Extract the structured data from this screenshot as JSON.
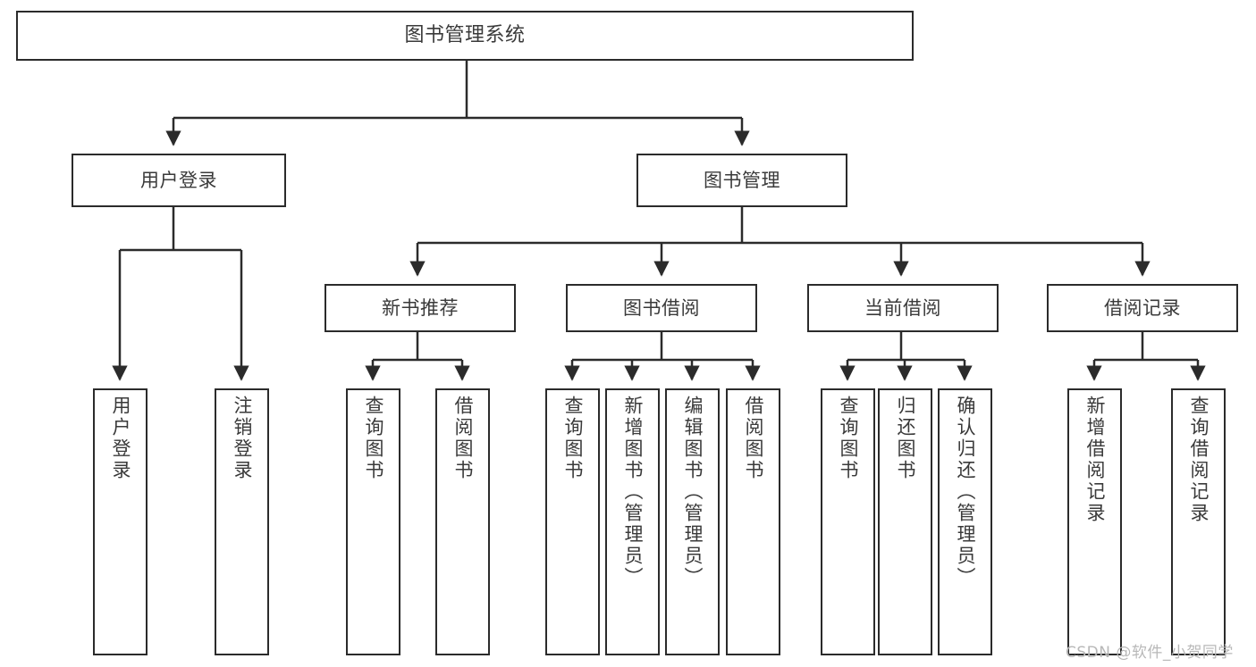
{
  "diagram": {
    "type": "hierarchy-tree",
    "title": "图书管理系统",
    "background": "#ffffff",
    "line_color": "#2b2b2b",
    "text_color": "#3a3a3a",
    "root": {
      "label": "图书管理系统"
    },
    "level2": [
      {
        "label": "用户登录"
      },
      {
        "label": "图书管理"
      }
    ],
    "level3": [
      {
        "label": "新书推荐"
      },
      {
        "label": "图书借阅"
      },
      {
        "label": "当前借阅"
      },
      {
        "label": "借阅记录"
      }
    ],
    "leaves": {
      "user_login": [
        {
          "label": "用户登录"
        },
        {
          "label": "注销登录"
        }
      ],
      "new_book_recommend": [
        {
          "label": "查询图书"
        },
        {
          "label": "借阅图书"
        }
      ],
      "book_borrow": [
        {
          "label": "查询图书"
        },
        {
          "label": "新增图书（管理员）"
        },
        {
          "label": "编辑图书（管理员）"
        },
        {
          "label": "借阅图书"
        }
      ],
      "current_borrow": [
        {
          "label": "查询图书"
        },
        {
          "label": "归还图书"
        },
        {
          "label": "确认归还（管理员）"
        }
      ],
      "borrow_record": [
        {
          "label": "新增借阅记录"
        },
        {
          "label": "查询借阅记录"
        }
      ]
    }
  },
  "watermark": {
    "text": "CSDN @软件_小贺同学"
  }
}
